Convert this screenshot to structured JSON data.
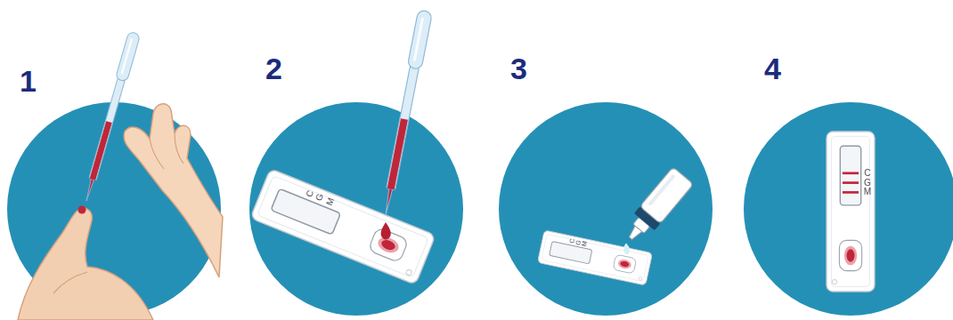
{
  "diagram": {
    "labels": [
      "1",
      "2",
      "C",
      "G",
      "M",
      "3",
      "C",
      "G",
      "M",
      "4",
      "C",
      "G",
      "M"
    ]
  }
}
